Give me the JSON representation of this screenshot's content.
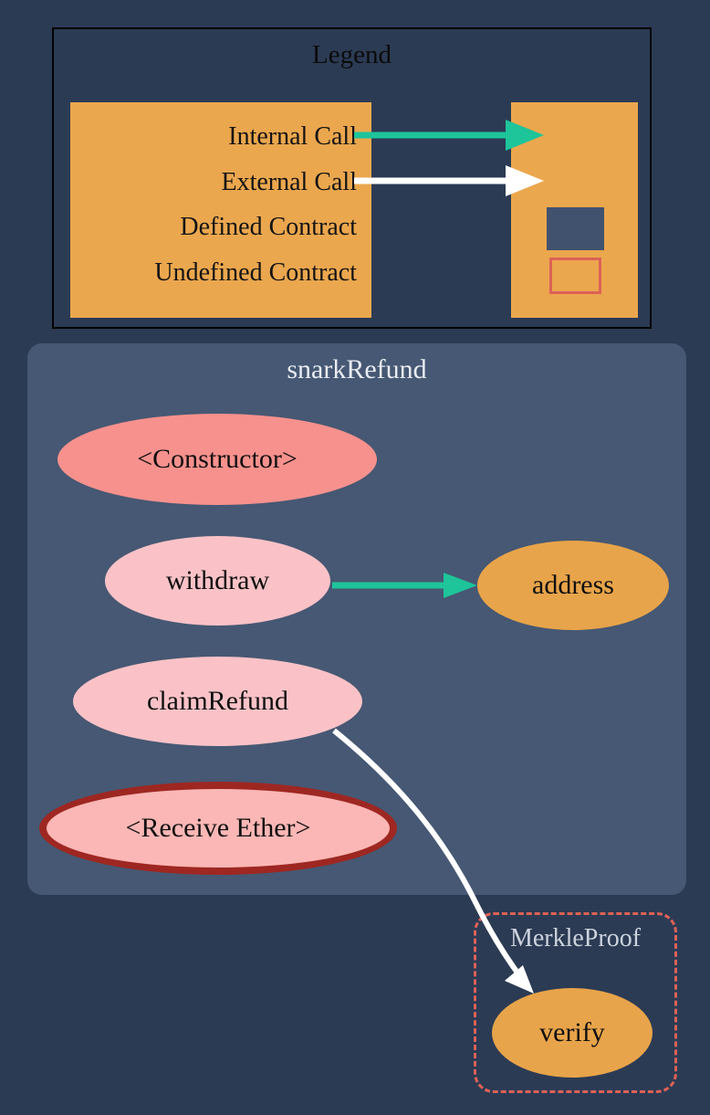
{
  "colors": {
    "background": "#2c3b54",
    "legend_panel": "#eba74e",
    "internal_call": "#1ec49a",
    "external_call": "#ffffff",
    "defined_contract_fill": "#465873",
    "undefined_contract_border": "#dd6156",
    "constructor_fill": "#f7918d",
    "function_fill": "#fac2c7",
    "payable_border": "#9e2722",
    "external_node_fill": "#e8a44a"
  },
  "legend": {
    "title": "Legend",
    "items": [
      {
        "label": "Internal Call",
        "symbol": "teal-arrow"
      },
      {
        "label": "External Call",
        "symbol": "white-arrow"
      },
      {
        "label": "Defined Contract",
        "symbol": "filled-square"
      },
      {
        "label": "Undefined Contract",
        "symbol": "outlined-square"
      }
    ]
  },
  "contracts": {
    "snarkRefund": {
      "title": "snarkRefund",
      "kind": "defined",
      "nodes": {
        "constructor": {
          "label": "<Constructor>"
        },
        "withdraw": {
          "label": "withdraw"
        },
        "address": {
          "label": "address"
        },
        "claimRefund": {
          "label": "claimRefund"
        },
        "receiveEther": {
          "label": "<Receive Ether>"
        }
      }
    },
    "merkleProof": {
      "title": "MerkleProof",
      "kind": "undefined",
      "nodes": {
        "verify": {
          "label": "verify"
        }
      }
    }
  },
  "edges": [
    {
      "from": "snarkRefund.withdraw",
      "to": "snarkRefund.address",
      "type": "internal_call"
    },
    {
      "from": "snarkRefund.claimRefund",
      "to": "merkleProof.verify",
      "type": "external_call"
    }
  ]
}
